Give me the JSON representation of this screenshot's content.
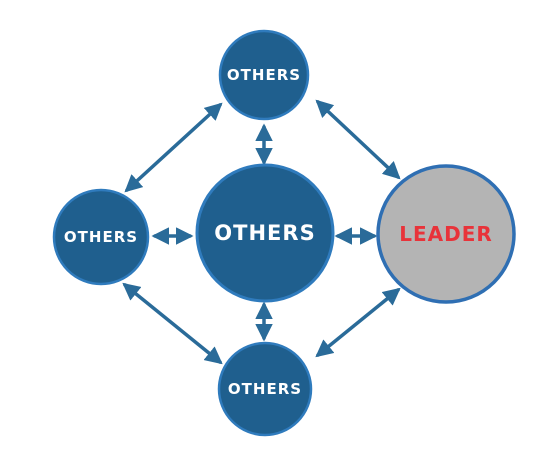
{
  "nodes": {
    "top": {
      "label": "OTHERS"
    },
    "left": {
      "label": "OTHERS"
    },
    "center": {
      "label": "OTHERS"
    },
    "bottom": {
      "label": "OTHERS"
    },
    "leader": {
      "label": "LEADER"
    }
  },
  "colors": {
    "node_fill": "#1f5f8e",
    "node_ring": "#2f7bbd",
    "node_text": "#ffffff",
    "leader_fill": "#b4b4b4",
    "leader_ring": "#2f6fb3",
    "leader_text": "#e8333a",
    "arrow": "#2a6b99"
  },
  "connections": [
    {
      "from": "top",
      "to": "left"
    },
    {
      "from": "top",
      "to": "leader"
    },
    {
      "from": "left",
      "to": "bottom"
    },
    {
      "from": "bottom",
      "to": "leader"
    },
    {
      "from": "top",
      "to": "center"
    },
    {
      "from": "center",
      "to": "bottom"
    },
    {
      "from": "left",
      "to": "center"
    },
    {
      "from": "center",
      "to": "leader"
    }
  ]
}
